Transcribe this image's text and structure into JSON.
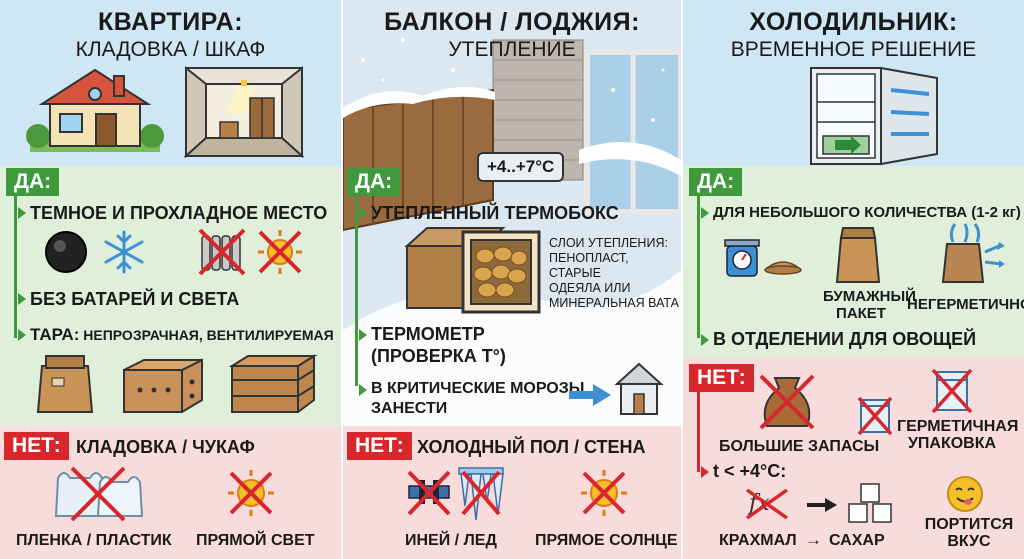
{
  "col1": {
    "title": "КВАРТИРА:",
    "subtitle": "КЛАДОВКА / ШКАФ",
    "yes_tag": "ДА:",
    "yes_items": [
      "ТЕМНОЕ И ПРОХЛАДНОЕ МЕСТО",
      "БЕЗ БАТАРЕЙ И СВЕТА"
    ],
    "tara_bold": "ТАРА:",
    "tara_rest": " НЕПРОЗРАЧНАЯ, ВЕНТИЛИРУЕМАЯ",
    "no_tag": "НЕТ:",
    "no_heading": "КЛАДОВКА / ЧУКАФ",
    "no_caption_1": "ПЛЕНКА / ПЛАСТИК",
    "no_caption_2": "ПРЯМОЙ СВЕТ"
  },
  "col2": {
    "title": "БАЛКОН / ЛОДЖИЯ:",
    "subtitle": "УТЕПЛЕНИЕ",
    "temp_badge": "+4..+7°C",
    "yes_tag": "ДА:",
    "yes_items": [
      "УТЕПЛЕННЫЙ ТЕРМОБОКС",
      "ТЕРМОМЕТР",
      "(ПРОВЕРКА T°)",
      "В КРИТИЧЕСКИЕ МОРОЗЫ",
      "ЗАНЕСТИ"
    ],
    "insulation_note": [
      "СЛОИ УТЕПЛЕНИЯ:",
      "ПЕНОПЛАСТ, СТАРЫЕ",
      "ОДЕЯЛА ИЛИ",
      "МИНЕРАЛЬНАЯ ВАТА"
    ],
    "no_tag": "НЕТ:",
    "no_heading": "ХОЛОДНЫЙ ПОЛ / СТЕНА",
    "no_caption_1": "ИНЕЙ / ЛЕД",
    "no_caption_2": "ПРЯМОЕ СОЛНЦЕ"
  },
  "col3": {
    "title": "ХОЛОДИЛЬНИК:",
    "subtitle": "ВРЕМЕННОЕ РЕШЕНИЕ",
    "yes_tag": "ДА:",
    "yes_items": [
      "ДЛЯ НЕБОЛЬШОГО КОЛИЧЕСТВА (1-2 кг)",
      "В ОТДЕЛЕНИИ ДЛЯ ОВОЩЕЙ"
    ],
    "paper_caption": [
      "БУМАЖНЫЙ",
      "ПАКЕТ"
    ],
    "nonsealed_caption": "НЕГЕРМЕТИЧНО",
    "no_tag": "НЕТ:",
    "no_caption_1": "БОЛЬШИЕ ЗАПАСЫ",
    "no_caption_2": [
      "ГЕРМЕТИЧНАЯ",
      "УПАКОВКА"
    ],
    "temp_rule": "t < +4°C:",
    "starch": "КРАХМАЛ",
    "arrow_text": "→",
    "sugar": "САХАР",
    "taste": [
      "ПОРТИТСЯ",
      "ВКУС"
    ]
  },
  "colors": {
    "yes_green": "#3e9a3c",
    "no_red": "#d8272c",
    "yes_bg": "#e0efd9",
    "no_bg": "#f8dcdc",
    "sky_bg": "#cfe6f4"
  }
}
